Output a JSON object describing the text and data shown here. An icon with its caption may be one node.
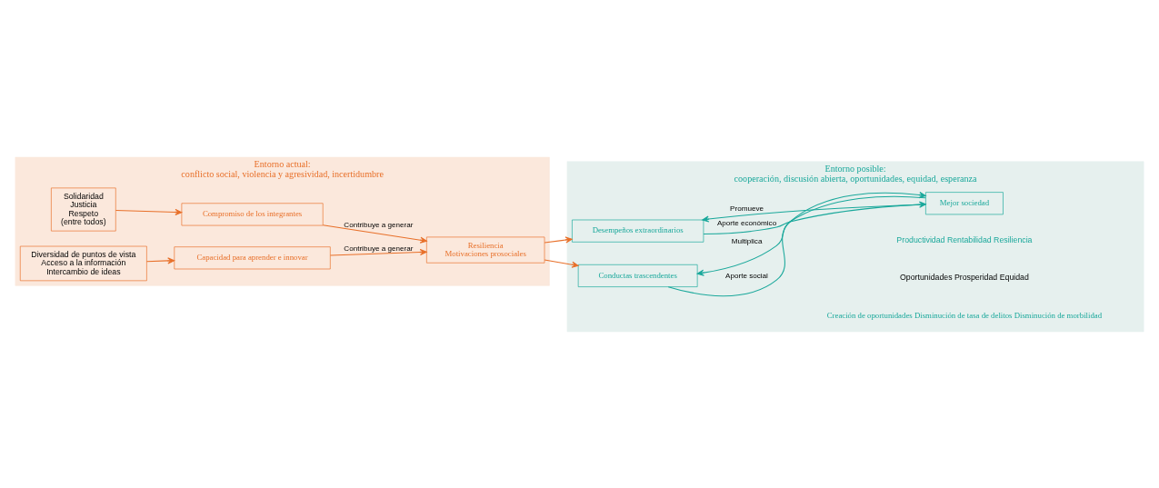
{
  "diagram": {
    "nodes": [
      {
        "text": [
          "Entorno actual:",
          "conflicto social, violencia y agresividad, incertidumbre"
        ]
      },
      {
        "text": [
          "Solidaridad",
          "Justicia",
          "Respeto",
          "(entre todos)"
        ],
        "in": 0
      },
      {
        "text": [
          "Compromiso de los integrantes"
        ],
        "in": 0
      },
      {
        "text": [
          "Resiliencia",
          "Motivaciones prosociales"
        ],
        "in": 0
      },
      {
        "text": [
          "Diversidad de puntos de vista",
          "Acceso a la información",
          "Intercambio de ideas"
        ],
        "in": 0
      },
      {
        "text": [
          "Capacidad para aprender e innovar"
        ],
        "in": 0
      },
      {
        "text": [
          "Entorno posible:",
          "cooperación, discusión abierta, oportunidades, equidad, esperanza"
        ]
      },
      {
        "text": [
          "Desempeños extraordinarios"
        ],
        "in": 6
      },
      {
        "text": [
          "Conductas trascendentes"
        ],
        "in": 6
      },
      {
        "text": [
          "Mejor sociedad"
        ],
        "in": 6
      }
    ],
    "edges": [
      {
        "from": 1,
        "to": 2,
        "arrow": "to"
      },
      {
        "from": 2,
        "to": 3,
        "arrow": "to",
        "label": "Contribuye a generar"
      },
      {
        "from": 5,
        "to": 3,
        "arrow": "to",
        "label": "Contribuye a generar"
      },
      {
        "from": 4,
        "to": 5,
        "arrow": "to"
      },
      {
        "from": 3,
        "to": 7,
        "arrow": "to"
      },
      {
        "from": 3,
        "to": 8,
        "arrow": "to"
      },
      {
        "from": 7,
        "to": 9,
        "arrow": "to",
        "label": "Aporte económico",
        "color": "#1aa89b"
      },
      {
        "from": 8,
        "to": 9,
        "arrow": "to",
        "label": "Aporte social",
        "color": "#1aa89b"
      },
      {
        "from": 9,
        "to": 7,
        "arrow": "to",
        "label": "Promueve",
        "color": "#1aa89b"
      },
      {
        "from": 9,
        "to": 8,
        "arrow": "to",
        "label": "Multiplica",
        "color": "#1aa89b"
      }
    ],
    "labels": [
      "Productividad Rentabilidad Resiliencia",
      "Oportunidades Prosperidad Equidad",
      "Creación de oportunidades Disminución de tasa de delitos Disminución de morbilidad"
    ]
  }
}
